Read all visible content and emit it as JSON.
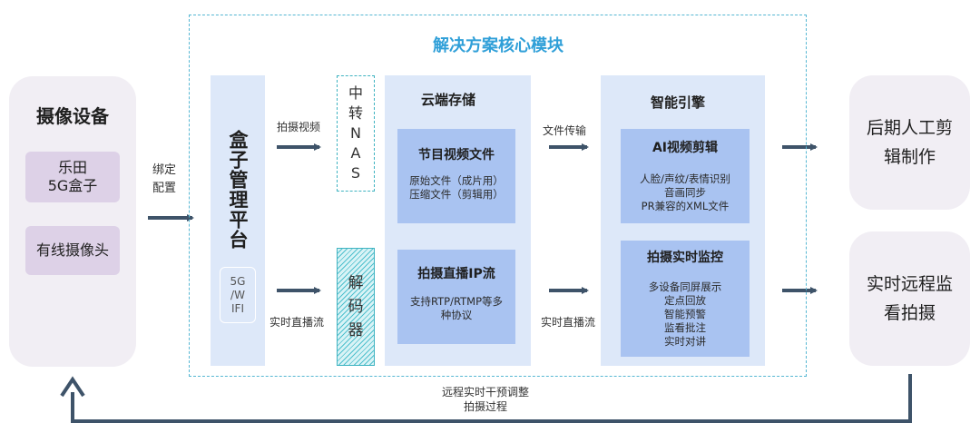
{
  "module_title": "解决方案核心模块",
  "camera_device": {
    "title": "摄像设备",
    "item1": "乐田\n5G盒子",
    "item2": "有线摄像头"
  },
  "bind_label": "绑定\n配置",
  "box_platform": {
    "title": "盒子管理平台",
    "network": "5G\n/W\nIFI"
  },
  "arrow_labels": {
    "capture_video": "拍摄视频",
    "live_stream_left": "实时直播流",
    "file_transfer": "文件传输",
    "live_stream_right": "实时直播流"
  },
  "relay_nas": [
    "中",
    "转",
    "N",
    "A",
    "S"
  ],
  "decoder": [
    "解",
    "码",
    "器"
  ],
  "cloud_storage": {
    "title": "云端存储",
    "program_files": {
      "title": "节目视频文件",
      "lines": [
        "原始文件（成片用）",
        "压缩文件（剪辑用）"
      ]
    },
    "ip_stream": {
      "title": "拍摄直播IP流",
      "lines": [
        "支持RTP/RTMP等多",
        "种协议"
      ]
    }
  },
  "smart_engine": {
    "title": "智能引擎",
    "ai_edit": {
      "title": "AI视频剪辑",
      "lines": [
        "人脸/声纹/表情识别",
        "音画同步",
        "PR兼容的XML文件"
      ]
    },
    "monitor": {
      "title": "拍摄实时监控",
      "lines": [
        "多设备同屏展示",
        "定点回放",
        "智能预警",
        "监看批注",
        "实时对讲"
      ]
    }
  },
  "output_boxes": {
    "post_production": "后期人工剪\n辑制作",
    "remote_monitor": "实时远程监\n看拍摄"
  },
  "feedback_label": "远程实时干预调整\n拍摄过程",
  "colors": {
    "frame_dashed": "#56b7d3",
    "module_title": "#2f9fd8",
    "arrow": "#3e5369",
    "soft_box": "#f1eef4",
    "purple_pill": "#ddd1e7",
    "panel_light": "#dde8f9",
    "panel_blue": "#a9c3f1"
  }
}
